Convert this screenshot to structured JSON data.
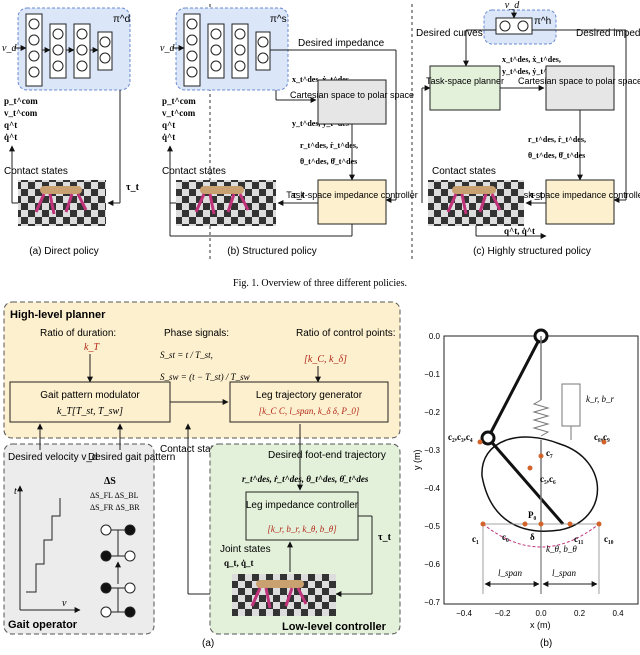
{
  "fig1": {
    "caption": "Fig. 1.   Overview of three different policies.",
    "panel_a": {
      "label": "(a) Direct policy",
      "policy_symbol": "π^d",
      "input_vd": "v_d",
      "states": [
        "p_t^com",
        "v_t^com",
        "q^t",
        "q̇^t"
      ],
      "contact_states": "Contact states",
      "tau": "τ_t"
    },
    "panel_b": {
      "label": "(b) Structured policy",
      "policy_symbol": "π^s",
      "input_vd": "v_d",
      "desired_impedance": "Desired impedance",
      "traj_outputs": [
        "x_t^des, ẋ_t^des,",
        "y_t^des, ẏ_t^des"
      ],
      "cartesian_box": "Cartesian space to polar space",
      "polar_outputs": [
        "r_t^des, ṙ_t^des,",
        "θ_t^des, θ̇_t^des"
      ],
      "impedance_box": "Task-space impedance controller",
      "states": [
        "p_t^com",
        "v_t^com",
        "q^t",
        "q̇^t"
      ],
      "contact_states": "Contact states",
      "tau": "τ_t"
    },
    "panel_c": {
      "label": "(c) Highly structured policy",
      "policy_symbol": "π^h",
      "input_vd": "v_d",
      "desired_curves": "Desired curves",
      "desired_impedance": "Desired impedance",
      "planner_box": "Task-space planner",
      "traj_outputs": [
        "x_t^des, ẋ_t^des,",
        "y_t^des, ẏ_t^des"
      ],
      "cartesian_box": "Cartesian space to polar space",
      "polar_outputs": [
        "r_t^des, ṙ_t^des,",
        "θ_t^des, θ̇_t^des"
      ],
      "impedance_box": "Task-space impedance controller",
      "contact_states": "Contact states",
      "tau": "τ_t",
      "joint_states": "q^t, q̇^t"
    }
  },
  "fig2a": {
    "label": "(a)",
    "high_level_title": "High-level planner",
    "ratio_duration": "Ratio of duration:",
    "k_T": "k_T",
    "phase_signals": "Phase signals:",
    "s_st": "S_st = t / T_st,",
    "s_sw": "S_sw = (t − T_st) / T_sw",
    "ratio_control": "Ratio of control points:",
    "kc_kd": "[k_C, k_δ]",
    "gait_modulator_title": "Gait pattern modulator",
    "gait_modulator_eq": "k_T[T_st, T_sw]",
    "leg_traj_title": "Leg trajectory generator",
    "leg_traj_eq": "[k_C C, l_span, k_δ δ, P_0]",
    "desired_velocity": "Desired velocity v_d",
    "desired_gait": "Desired gait pattern",
    "delta_s": "ΔS",
    "delta_matrix": [
      "ΔS_FL   ΔS_BL",
      "ΔS_FR   ΔS_BR"
    ],
    "contact_states": "Contact states",
    "desired_foot": "Desired foot-end trajectory",
    "foot_outputs": "r_t^des, ṙ_t^des, θ_t^des, θ̇_t^des",
    "leg_impedance_title": "Leg impedance controller",
    "leg_impedance_eq": "[k_r, b_r, k_θ, b_θ]",
    "joint_states": "Joint states",
    "joint_vals": "q_t, q̇_t",
    "tau": "τ_t",
    "gait_operator": "Gait operator",
    "low_level": "Low-level controller",
    "axis_t": "t",
    "axis_v": "v"
  },
  "fig2b": {
    "label": "(b)",
    "xlabel": "x (m)",
    "ylabel": "y (m)",
    "x_ticks": [
      "−0.4",
      "−0.2",
      "0.0",
      "0.2",
      "0.4"
    ],
    "y_ticks": [
      "0.0",
      "−0.1",
      "−0.2",
      "−0.3",
      "−0.4",
      "−0.5",
      "−0.6",
      "−0.7"
    ],
    "points": [
      "c₂,c₃,c₄",
      "c₈,c₉",
      "c₇",
      "c₅,c₆",
      "c₁",
      "c₀",
      "c₁₁",
      "c₁₀",
      "P₀",
      "δ"
    ],
    "spring_label": "k_r, b_r",
    "torsion_label": "k_θ, b_θ",
    "span_label": "l_span",
    "colors": {
      "red_text": "#b22a1a",
      "planner_bg": "#fdf0cf",
      "low_level_bg": "#e3f1da",
      "policy_bg": "#dbe6f8",
      "gait_bg": "#ececec"
    }
  }
}
